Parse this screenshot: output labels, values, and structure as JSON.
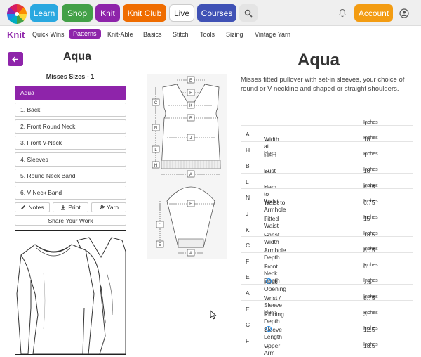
{
  "topnav": {
    "items": [
      {
        "label": "Learn",
        "color": "#29a8e0"
      },
      {
        "label": "Shop",
        "color": "#43a047"
      },
      {
        "label": "Knit",
        "color": "#8e24aa"
      },
      {
        "label": "Knit Club",
        "color": "#ef6c00"
      },
      {
        "label": "Live",
        "color": "#ffffff"
      },
      {
        "label": "Courses",
        "color": "#3f51b5"
      }
    ],
    "account_label": "Account",
    "account_color": "#f39c12"
  },
  "subnav": {
    "brand": "Knit",
    "items": [
      "Quick Wins",
      "Patterns",
      "Knit-Able",
      "Basics",
      "Stitch",
      "Tools",
      "Sizing",
      "Vintage Yarn"
    ],
    "active": "Patterns"
  },
  "left": {
    "title": "Aqua",
    "sizes_label": "Misses Sizes - 1",
    "pieces": [
      "Aqua",
      "1. Back",
      "2. Front Round Neck",
      "3. Front V-Neck",
      "4. Sleeves",
      "5. Round Neck Band",
      "6. V Neck Band"
    ],
    "tools": [
      "Notes",
      "Print",
      "Yarn"
    ],
    "share_label": "Share Your Work"
  },
  "pattern": {
    "title": "Aqua",
    "description": "Misses fitted pullover with set-in sleeves, your choice of round or V neckline and shaped or straight shoulders."
  },
  "schematic_letters": {
    "back": [
      "E",
      "F",
      "K",
      "B",
      "N",
      "J",
      "L",
      "H",
      "C",
      "A"
    ],
    "sleeve": [
      "F",
      "C",
      "E",
      "A"
    ]
  },
  "measurements": {
    "header_value": "1",
    "header_unit": "Inches",
    "rows": [
      {
        "code": "A",
        "dir": "↔",
        "name": "Width at Hem",
        "value": "18",
        "unit": "Inches"
      },
      {
        "code": "H",
        "dir": "↕",
        "name": "Hem",
        "value": "1",
        "unit": "Inches"
      },
      {
        "code": "B",
        "dir": "↔",
        "name": "Bust",
        "value": "18",
        "unit": "Inches"
      },
      {
        "code": "L",
        "dir": "↕",
        "name": "Hem to Waist",
        "value": "8.25",
        "unit": "Inches"
      },
      {
        "code": "N",
        "dir": "↕",
        "name": "Waist to Armhole",
        "value": "6.75",
        "unit": "Inches"
      },
      {
        "code": "J",
        "dir": "↕",
        "name": "Fitted Waist",
        "value": "15",
        "unit": "Inches"
      },
      {
        "code": "K",
        "dir": "↔",
        "name": "Chest Width",
        "value": "13.5",
        "unit": "Inches"
      },
      {
        "code": "C",
        "dir": "↕",
        "name": "Armhole Depth",
        "value": "8.75",
        "unit": "Inches"
      },
      {
        "code": "F",
        "dir": "↕",
        "name": "Front Neck Depth",
        "value": "6",
        "unit": "Inches"
      },
      {
        "code": "E",
        "dir": "↔",
        "name": "Neck Opening",
        "value": "7.5",
        "unit": "Inches",
        "info": true
      },
      {
        "code": "A",
        "dir": "↔",
        "name": "Wrist / Sleeve Hem",
        "value": "8.75",
        "unit": "Inches"
      },
      {
        "code": "E",
        "dir": "↕",
        "name": "Ribbing Depth",
        "value": "3",
        "unit": "Inches"
      },
      {
        "code": "C",
        "dir": "↕",
        "name": "Sleeve Length",
        "value": "12.5",
        "unit": "Inches",
        "info": true
      },
      {
        "code": "F",
        "dir": "↔",
        "name": "Upper Arm",
        "value": "13.5",
        "unit": "Inches"
      }
    ]
  },
  "icons": {
    "search": "search-icon",
    "bell": "bell-icon",
    "user": "user-icon",
    "back": "arrow-left-icon"
  }
}
